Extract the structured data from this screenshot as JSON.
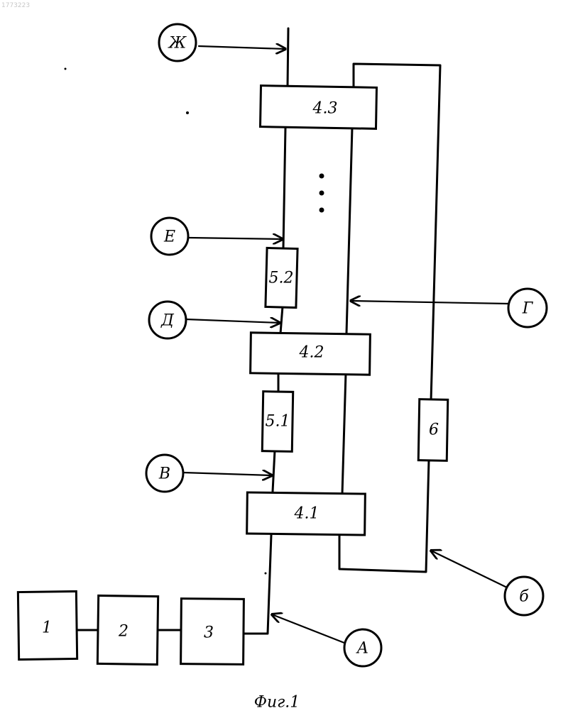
{
  "header": {
    "doc_number": "1773223"
  },
  "blocks": {
    "b1": "1",
    "b2": "2",
    "b3": "3",
    "b41": "4.1",
    "b42": "4.2",
    "b43": "4.3",
    "b51": "5.1",
    "b52": "5.2",
    "b6": "6"
  },
  "inputs": {
    "A": "А",
    "b": "б",
    "V": "В",
    "G": "Г",
    "D": "Д",
    "E": "Е",
    "Zh": "Ж"
  },
  "caption": "Фиг.1"
}
